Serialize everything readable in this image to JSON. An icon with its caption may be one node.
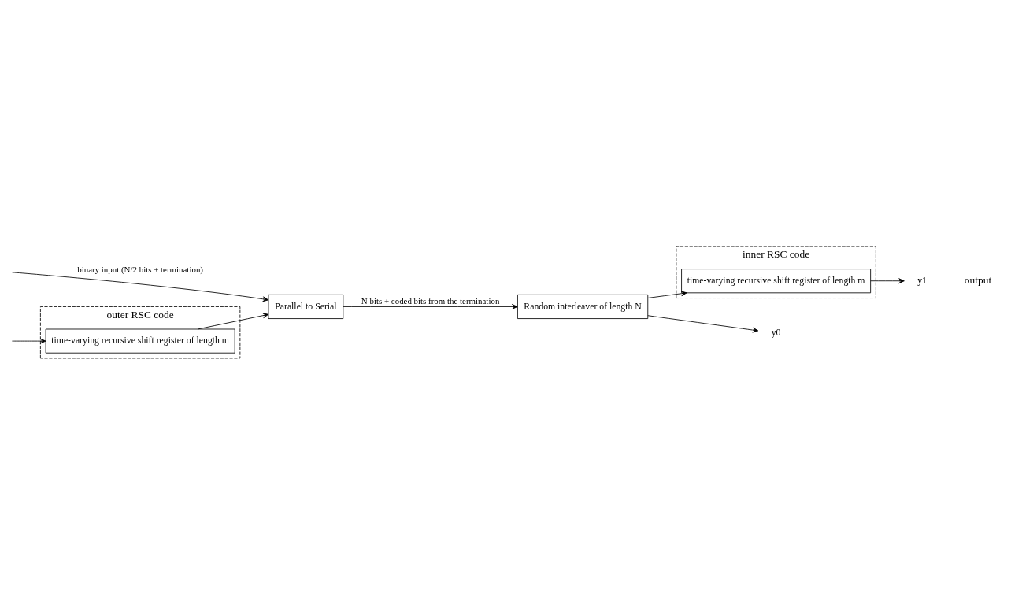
{
  "diagram": {
    "nodes": [
      {
        "text": [
          "outer RSC code"
        ]
      },
      {
        "text": [
          "time-varying recursive shift register of length m"
        ],
        "in": 0
      },
      {
        "text": [
          "Parallel to Serial"
        ]
      },
      {
        "text": [
          "Random interleaver of length N"
        ]
      },
      {
        "text": [
          "inner RSC code"
        ]
      },
      {
        "text": [
          "time-varying recursive shift register of length m"
        ],
        "in": 4
      },
      {
        "text": [
          "y0"
        ]
      },
      {
        "text": [
          "y1"
        ]
      }
    ],
    "edges": [
      {
        "from": null,
        "to": 2,
        "arrow": "to",
        "label": "binary input (N/2 bits + termination)"
      },
      {
        "from": null,
        "to": 1,
        "arrow": "to"
      },
      {
        "from": 1,
        "to": 2,
        "arrow": "to"
      },
      {
        "from": 2,
        "to": 3,
        "arrow": "to",
        "label": "N bits + coded bits from the termination"
      },
      {
        "from": 3,
        "to": 6,
        "arrow": "to"
      },
      {
        "from": 3,
        "to": 5,
        "arrow": "to"
      },
      {
        "from": 5,
        "to": 7,
        "arrow": "to"
      }
    ],
    "labels": [
      "output"
    ]
  }
}
